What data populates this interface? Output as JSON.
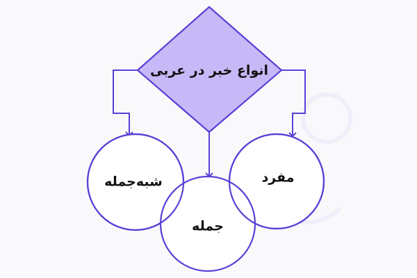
{
  "diagram": {
    "root": {
      "label": "انواع خبر در عربی"
    },
    "children": [
      {
        "id": "shebh-jomle",
        "label": "شبه‌جمله"
      },
      {
        "id": "jomle",
        "label": "جمله"
      },
      {
        "id": "mofrad",
        "label": "مفرد"
      }
    ]
  },
  "colors": {
    "accent": "#5b3fd6",
    "diamond_fill": "#c7b9f7",
    "circle_fill": "#ffffff",
    "background": "#f9f9fb"
  }
}
